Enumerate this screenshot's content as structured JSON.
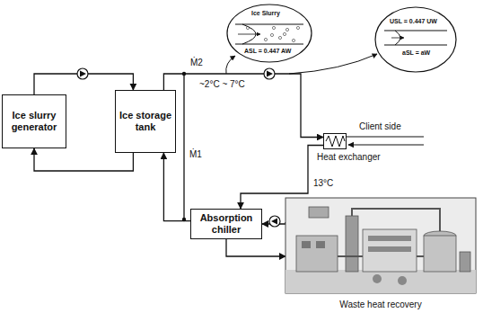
{
  "diagram": {
    "nodes": [
      {
        "text": [
          "Ice slurry generator"
        ]
      },
      {
        "text": [
          "Ice storage tank"
        ]
      },
      {
        "text": [
          "Absorption chiller"
        ]
      },
      {
        "text": [
          "Heat exchanger"
        ]
      },
      {
        "text": [
          "Waste heat recovery"
        ]
      }
    ],
    "edges": [
      {
        "from": 0,
        "to": 1,
        "arrow": "to"
      },
      {
        "from": 1,
        "to": 0,
        "arrow": "to"
      },
      {
        "from": 1,
        "to": 3,
        "arrow": "to"
      },
      {
        "from": 3,
        "to": 2,
        "arrow": "to"
      },
      {
        "from": 2,
        "to": 1,
        "arrow": "to"
      },
      {
        "from": 4,
        "to": 2,
        "arrow": "to"
      },
      {
        "from": 2,
        "to": 4,
        "arrow": "to"
      }
    ],
    "labels": [
      "Ice Slurry",
      "ASL = 0.447 AW",
      "USL = 0.447 UW",
      "aSL = aW",
      "Ṁ2",
      "~2°C ~ 7°C",
      "Ṁ1",
      "13°C",
      "Client side"
    ]
  }
}
